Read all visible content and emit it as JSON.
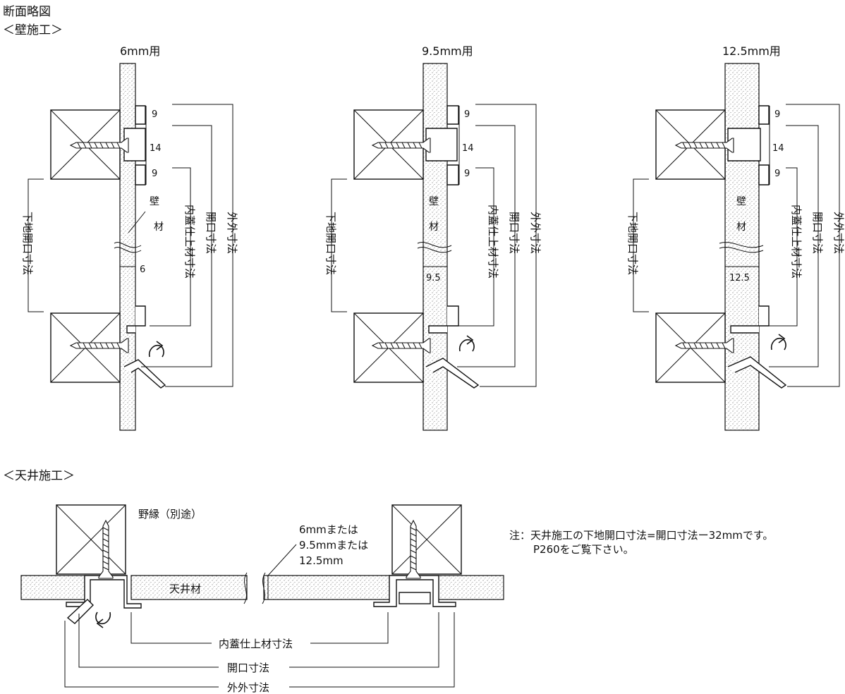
{
  "title": "断面略図",
  "wall_section": {
    "heading": "＜壁施工＞",
    "panels": [
      {
        "size_label": "6mm用",
        "thickness": "6"
      },
      {
        "size_label": "9.5mm用",
        "thickness": "9.5"
      },
      {
        "size_label": "12.5mm用",
        "thickness": "12.5"
      }
    ],
    "dims": {
      "top": "9",
      "mid": "14",
      "bottom": "9"
    },
    "labels": {
      "wall_material_1": "壁",
      "wall_material_2": "材",
      "substrate_opening": "下地開口寸法",
      "inner_cover": "内蓋仕上材寸法",
      "opening": "開口寸法",
      "outer": "外外寸法"
    }
  },
  "ceiling_section": {
    "heading": "＜天井施工＞",
    "joist_label": "野縁（別途）",
    "thickness_note_1": "6mmまたは",
    "thickness_note_2": "9.5mmまたは",
    "thickness_note_3": "12.5mm",
    "ceiling_material": "天井材",
    "inner_cover": "内蓋仕上材寸法",
    "opening": "開口寸法",
    "outer": "外外寸法"
  },
  "note": {
    "line1": "注：天井施工の下地開口寸法=開口寸法ー32mmです。",
    "line2": "P260をご覧下さい。"
  }
}
